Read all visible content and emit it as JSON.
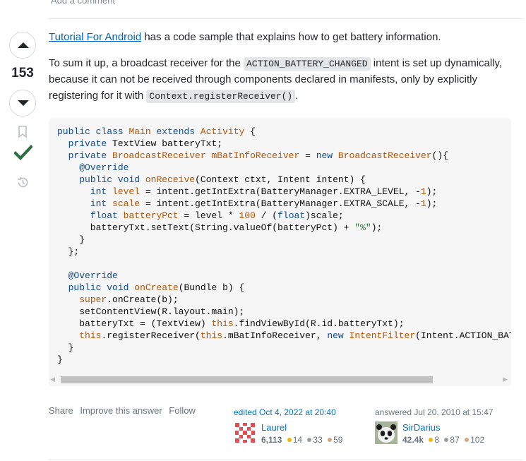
{
  "top": {
    "add_comment": "Add a comment"
  },
  "votes": {
    "count": "153"
  },
  "post": {
    "p1_link": "Tutorial For Android",
    "p1_text": " has a code sample that explains how to get battery information.",
    "p2_a": "To sum it up, a broadcast receiver for the ",
    "p2_code1": "ACTION_BATTERY_CHANGED",
    "p2_b": " intent is set up dynamically, because it can not be received through components declared in manifests, only by explicitly registering for it with ",
    "p2_code2": "Context.registerReceiver()",
    "p2_c": "."
  },
  "actions": {
    "share": "Share",
    "improve": "Improve this answer",
    "follow": "Follow"
  },
  "editor": {
    "caption": "edited Oct 4, 2022 at 20:40",
    "name": "Laurel",
    "rep": "6,113",
    "gold": "14",
    "silver": "33",
    "bronze": "59"
  },
  "author": {
    "caption": "answered Jul 20, 2010 at 15:47",
    "name": "SirDarius",
    "rep": "42.4k",
    "gold": "8",
    "silver": "87",
    "bronze": "102"
  },
  "colors": {
    "accepted": "#2f6f44",
    "link": "#0063bf",
    "gold": "#f1b600",
    "silver": "#9a9da0",
    "bronze": "#d1a684"
  }
}
